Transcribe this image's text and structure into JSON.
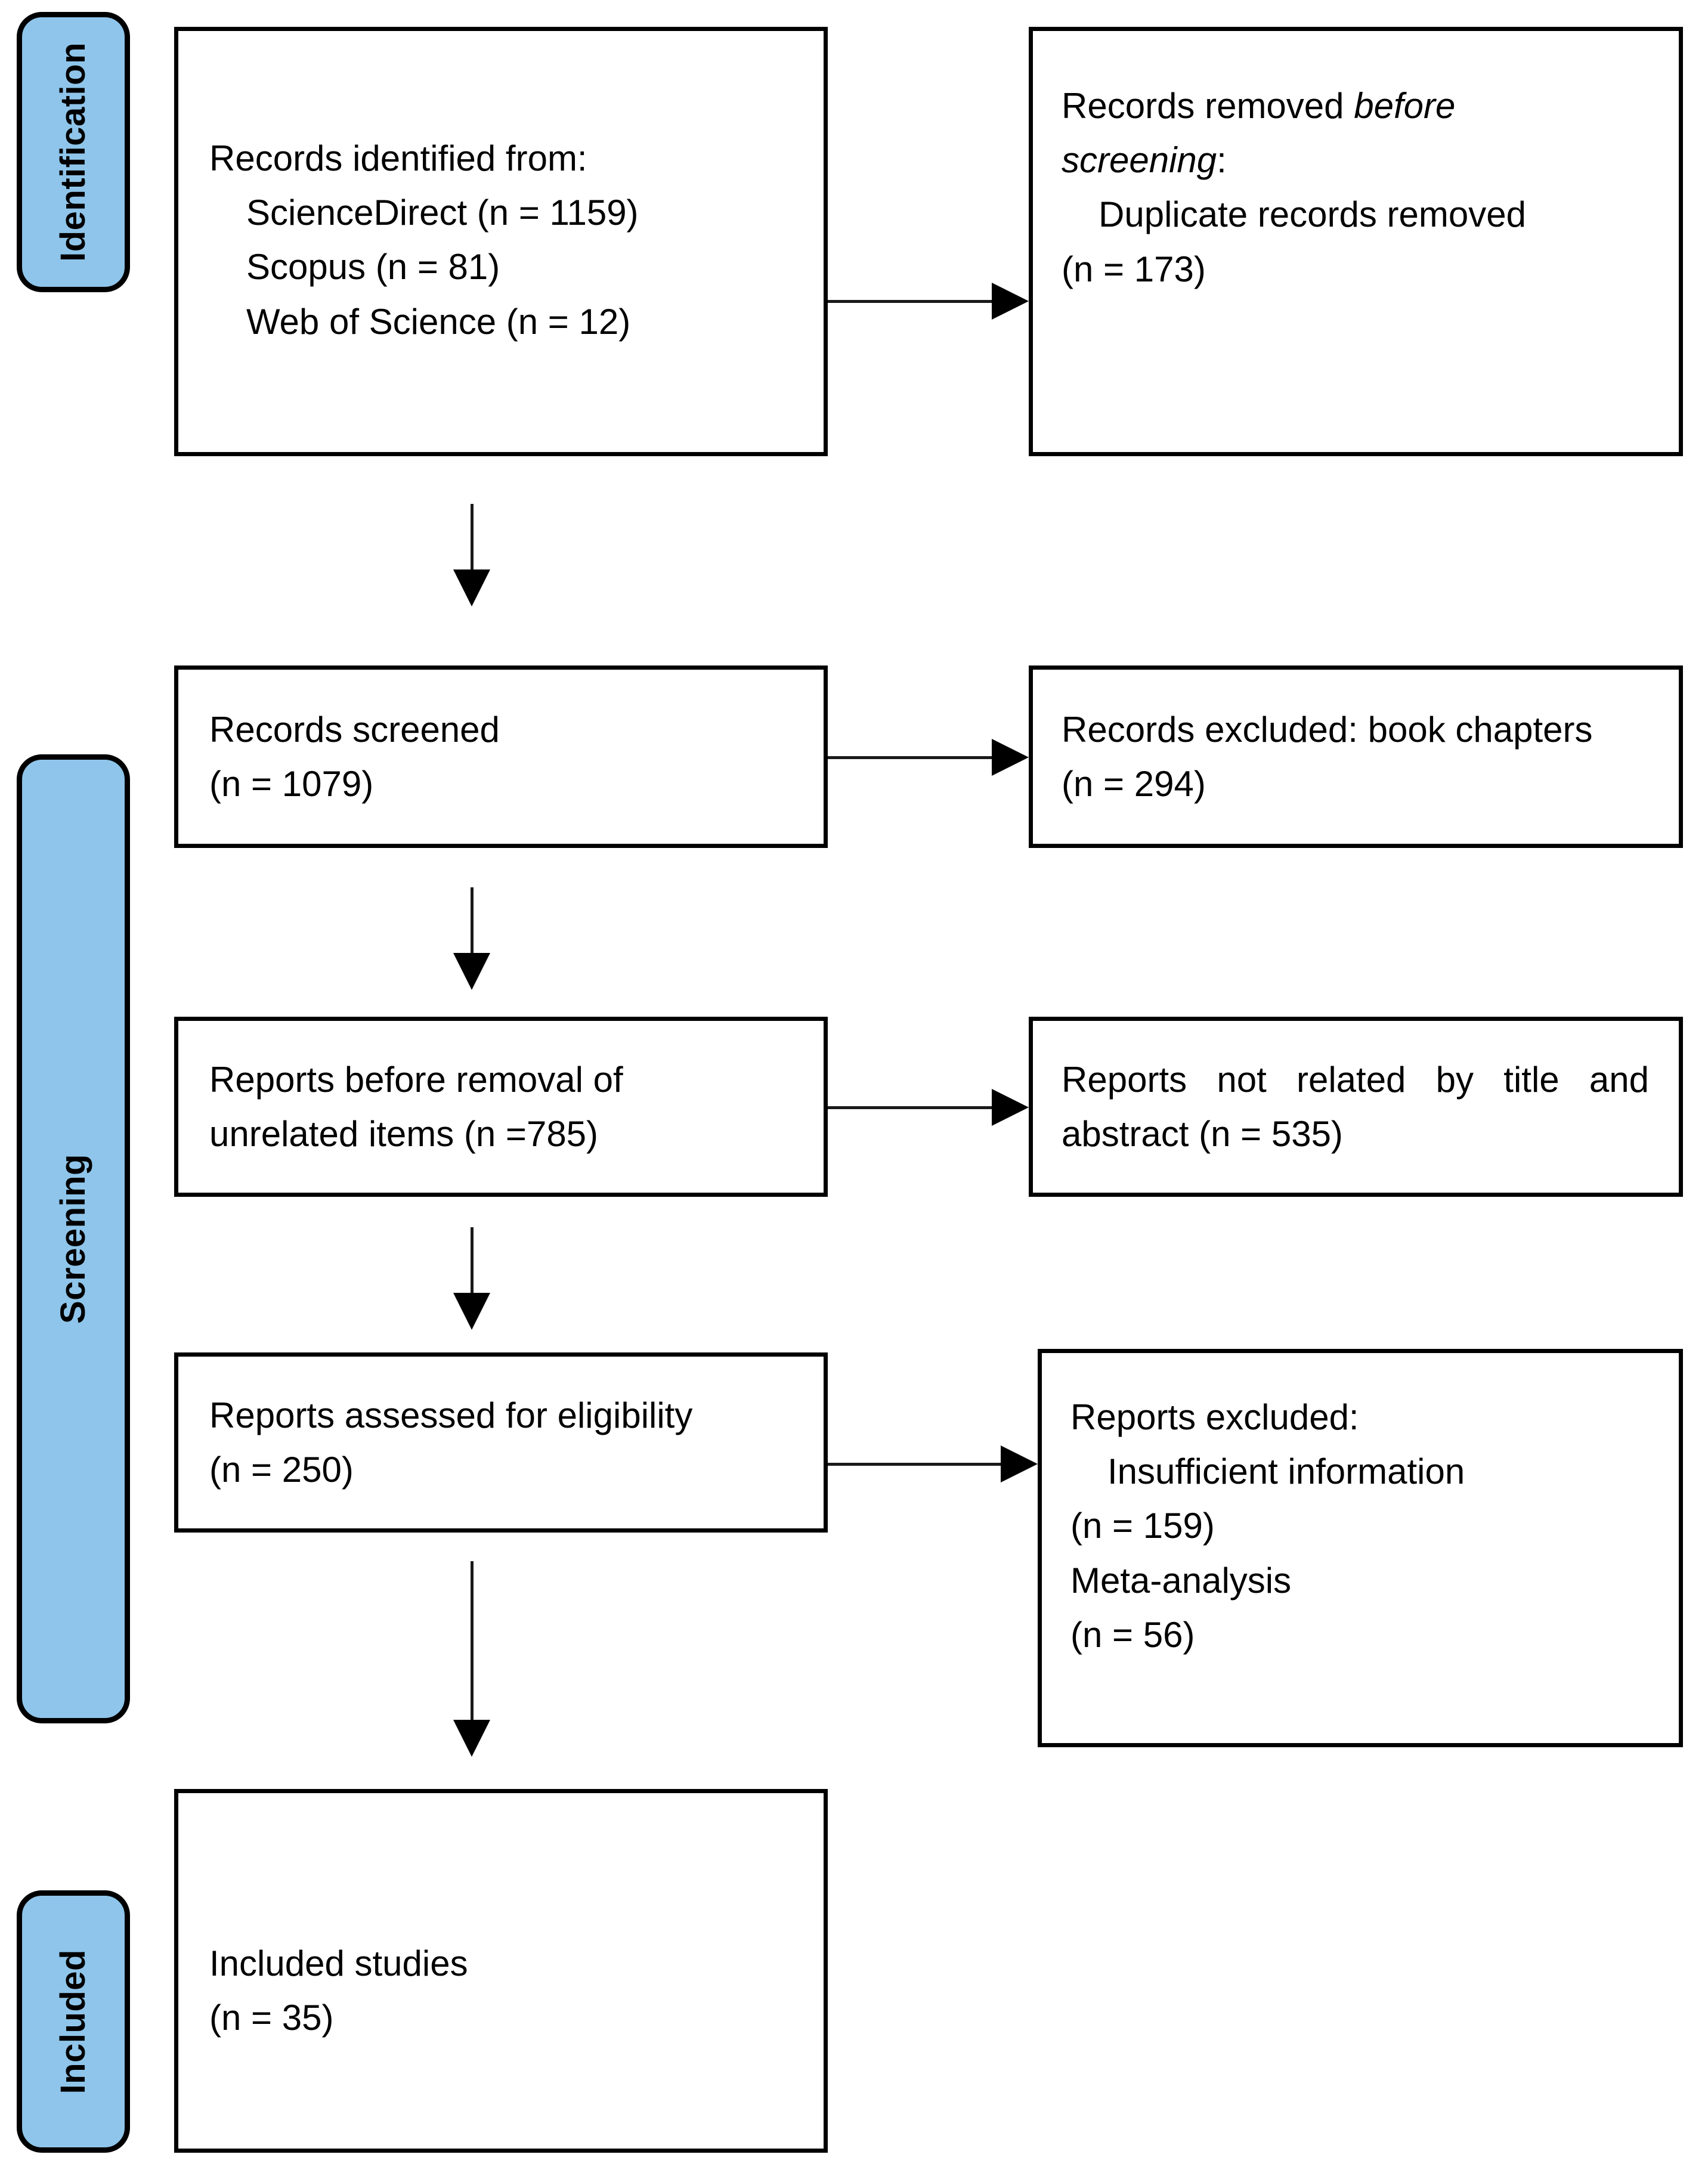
{
  "diagram": {
    "type": "PRISMA flow diagram",
    "accent_blue": "#8FC5EA",
    "line_color": "#000000"
  },
  "stages": [
    {
      "key": "identification",
      "label": "Identification"
    },
    {
      "key": "screening",
      "label": "Screening"
    },
    {
      "key": "included",
      "label": "Included"
    }
  ],
  "boxes": {
    "identified": {
      "title": "Records identified from:",
      "sources": [
        "ScienceDirect (n = 1159)",
        "Scopus (n = 81)",
        "Web of Science (n = 12)"
      ]
    },
    "removed_before_screening": {
      "title_part1": "Records removed ",
      "title_italic1": "before",
      "title_italic2": "screening",
      "title_part2": ":",
      "items": [
        "Duplicate records removed",
        "(n = 173)"
      ]
    },
    "records_screened": {
      "line1": "Records screened",
      "line2": "(n = 1079)"
    },
    "records_excluded": {
      "line1": "Records excluded: book chapters",
      "line2": "(n = 294)"
    },
    "reports_before_removal": {
      "line1": "Reports before removal of",
      "line2": "unrelated items (n =785)"
    },
    "reports_not_related": {
      "line1": "Reports not related by title and",
      "line2": "abstract (n = 535)"
    },
    "reports_assessed": {
      "line1": "Reports assessed for eligibility",
      "line2": "(n = 250)"
    },
    "reports_excluded": {
      "title": "Reports excluded:",
      "items": [
        "Insufficient information",
        "(n = 159)",
        "Meta-analysis",
        "(n = 56)"
      ]
    },
    "included_studies": {
      "line1": "Included studies",
      "line2": "(n = 35)"
    }
  },
  "connectors": [
    {
      "name": "identified-to-removed",
      "direction": "right"
    },
    {
      "name": "identified-to-screened",
      "direction": "down"
    },
    {
      "name": "screened-to-excluded",
      "direction": "right"
    },
    {
      "name": "screened-to-reports-before-removal",
      "direction": "down"
    },
    {
      "name": "reports-before-removal-to-not-related",
      "direction": "right"
    },
    {
      "name": "reports-before-removal-to-assessed",
      "direction": "down"
    },
    {
      "name": "assessed-to-excluded",
      "direction": "right"
    },
    {
      "name": "assessed-to-included",
      "direction": "down"
    }
  ]
}
